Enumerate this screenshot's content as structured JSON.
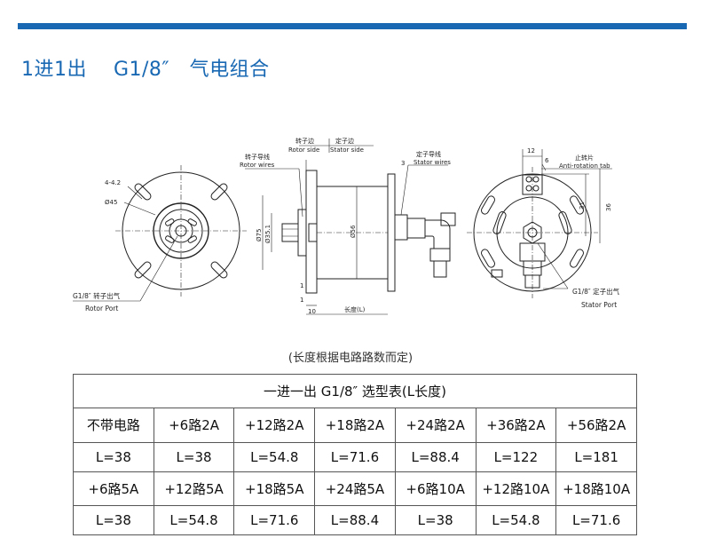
{
  "header": {
    "title": "1进1出    G1/8″   气电组合"
  },
  "drawing": {
    "left_view": {
      "hole_label": "4-4.2",
      "dia_label": "Ø45",
      "port_label": "G1/8″ 转子出气",
      "port_label_en": "Rotor Port"
    },
    "side_view": {
      "rotor_side_cn": "转子边",
      "rotor_side_en": "Rotor side",
      "stator_side_cn": "定子边",
      "stator_side_en": "Stator  side",
      "rotor_wires_cn": "转子导线",
      "rotor_wires_en": "Rotor wires",
      "stator_wires_cn": "定子导线",
      "stator_wires_en": "Stator wires",
      "dim_3": "3",
      "dim_75": "Ø75",
      "dim_35": "Ø35.1",
      "dim_56": "Ø56",
      "dim_1a": "1",
      "dim_1b": "1",
      "dim_10": "10",
      "length_label": "长度(L)"
    },
    "right_view": {
      "dim_12": "12",
      "dim_6": "6",
      "tab_cn": "止转片",
      "tab_en": "Anti-rotation tab",
      "dim_31": "31",
      "dim_36": "36",
      "port_label": "G1/8″ 定子出气",
      "port_label_en": "Stator  Port"
    }
  },
  "note": "(长度根据电路路数而定)",
  "table": {
    "caption": "一进一出  G1/8″ 选型表(L长度)",
    "rows": [
      [
        "不带电路",
        "+6路2A",
        "+12路2A",
        "+18路2A",
        "+24路2A",
        "+36路2A",
        "+56路2A"
      ],
      [
        "L=38",
        "L=38",
        "L=54.8",
        "L=71.6",
        "L=88.4",
        "L=122",
        "L=181"
      ],
      [
        "+6路5A",
        "+12路5A",
        "+18路5A",
        "+24路5A",
        "+6路10A",
        "+12路10A",
        "+18路10A"
      ],
      [
        "L=38",
        "L=54.8",
        "L=71.6",
        "L=88.4",
        "L=38",
        "L=54.8",
        "L=71.6"
      ]
    ]
  }
}
